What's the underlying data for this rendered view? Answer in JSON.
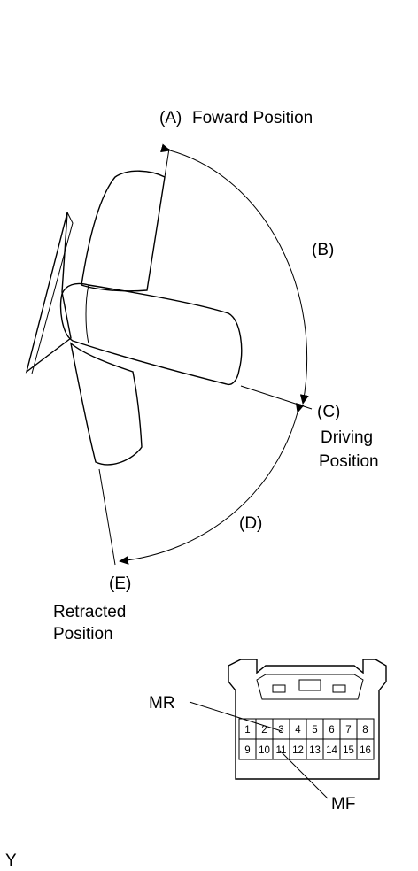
{
  "labels": {
    "a": "(A)",
    "forward": "Foward Position",
    "b": "(B)",
    "c": "(C)",
    "driving_1": "Driving",
    "driving_2": "Position",
    "d": "(D)",
    "e": "(E)",
    "retracted_1": "Retracted",
    "retracted_2": "Position",
    "mr": "MR",
    "mf": "MF",
    "corner": "Y"
  },
  "connector": {
    "row1": [
      "1",
      "2",
      "3",
      "4",
      "5",
      "6",
      "7",
      "8"
    ],
    "row2": [
      "9",
      "10",
      "11",
      "12",
      "13",
      "14",
      "15",
      "16"
    ]
  }
}
